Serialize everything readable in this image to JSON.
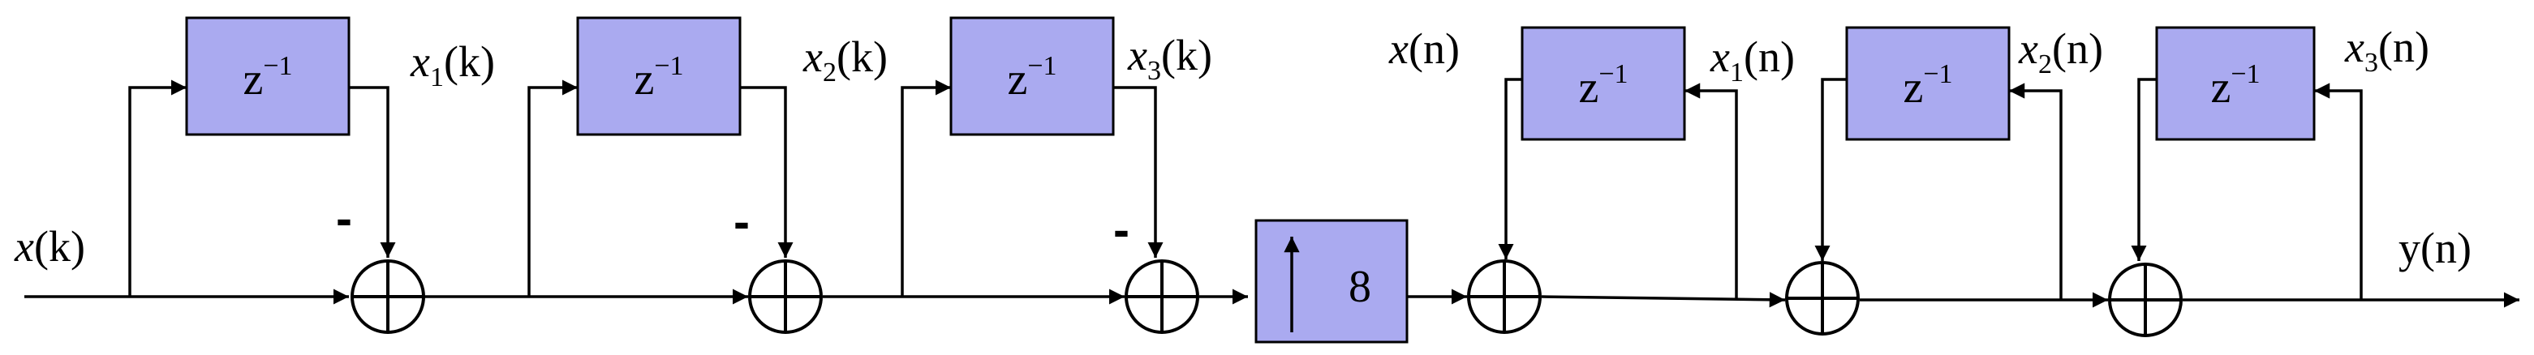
{
  "colors": {
    "block_fill": "#aaaaf0",
    "line": "#000000",
    "background": "#ffffff"
  },
  "icons": {
    "adder": "circle-plus",
    "upsampler": "up-arrow"
  },
  "delay": {
    "base": "z",
    "exp": "−1"
  },
  "upsampler": {
    "factor": "8"
  },
  "signs": {
    "minus": "-"
  },
  "labels": {
    "x_k": {
      "var": "x",
      "sub": "",
      "arg": "(k)"
    },
    "x1_k": {
      "var": "x",
      "sub": "1",
      "arg": "(k)"
    },
    "x2_k": {
      "var": "x",
      "sub": "2",
      "arg": "(k)"
    },
    "x3_k": {
      "var": "x",
      "sub": "3",
      "arg": "(k)"
    },
    "x_n": {
      "var": "x",
      "sub": "",
      "arg": "(n)"
    },
    "x1_n": {
      "var": "x",
      "sub": "1",
      "arg": "(n)"
    },
    "x2_n": {
      "var": "x",
      "sub": "2",
      "arg": "(n)"
    },
    "x3_n": {
      "var": "x",
      "sub": "3",
      "arg": "(n)"
    },
    "y_n": {
      "var": "y",
      "sub": "",
      "arg": "(n)"
    }
  }
}
